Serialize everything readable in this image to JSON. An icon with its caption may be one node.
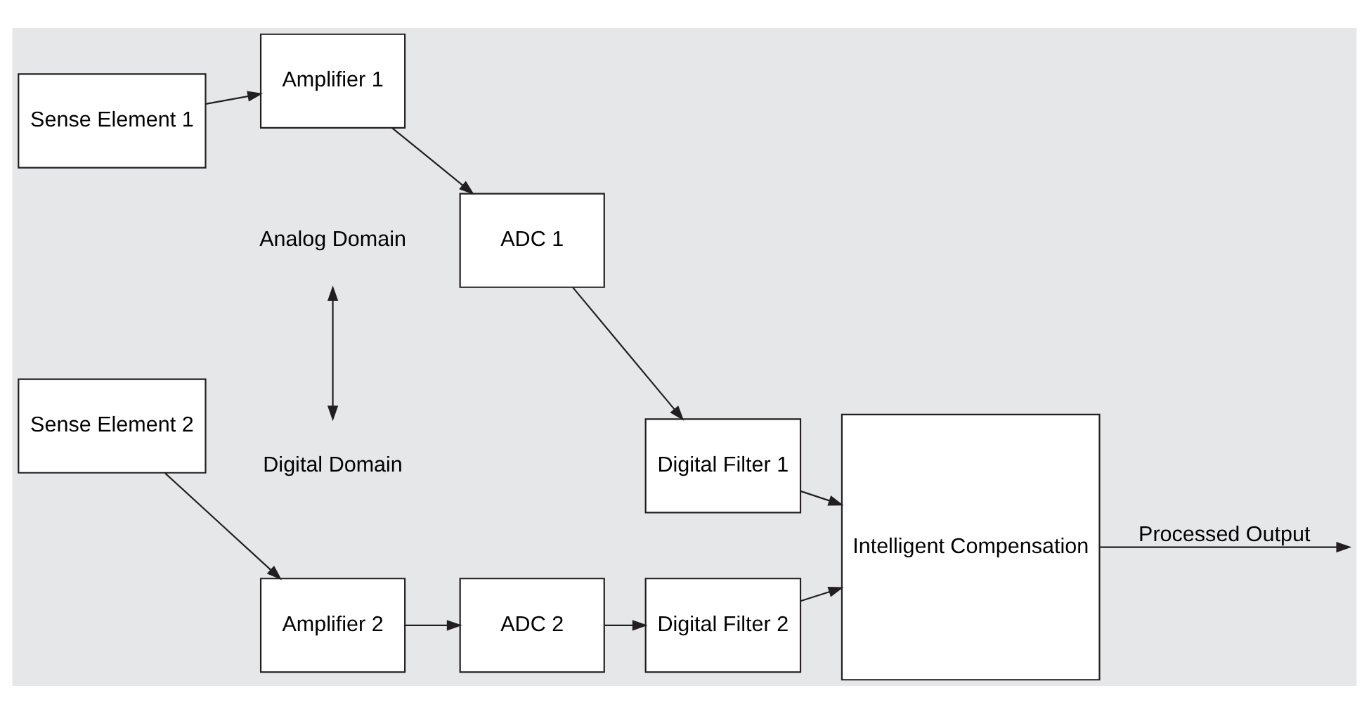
{
  "diagram": {
    "nodes": [
      {
        "text": [
          "Sense Element 1"
        ]
      },
      {
        "text": [
          "Amplifier 1"
        ]
      },
      {
        "text": [
          "ADC 1"
        ]
      },
      {
        "text": [
          "Digital Filter 1"
        ]
      },
      {
        "text": [
          "Sense Element 2"
        ]
      },
      {
        "text": [
          "Amplifier 2"
        ]
      },
      {
        "text": [
          "ADC 2"
        ]
      },
      {
        "text": [
          "Digital Filter 2"
        ]
      },
      {
        "text": [
          "Intelligent Compensation"
        ]
      }
    ],
    "edges": [
      {
        "from": 0,
        "to": 1,
        "arrow": "to"
      },
      {
        "from": 1,
        "to": 2,
        "arrow": "to"
      },
      {
        "from": 2,
        "to": 3,
        "arrow": "to"
      },
      {
        "from": 3,
        "to": 8,
        "arrow": "to"
      },
      {
        "from": 4,
        "to": 5,
        "arrow": "to"
      },
      {
        "from": 5,
        "to": 6,
        "arrow": "to"
      },
      {
        "from": 6,
        "to": 7,
        "arrow": "to"
      },
      {
        "from": 7,
        "to": 8,
        "arrow": "to"
      },
      {
        "from": 8,
        "to": null,
        "arrow": "to",
        "label": "Processed Output"
      }
    ],
    "labels": [
      "Analog Domain",
      "Digital Domain"
    ]
  }
}
